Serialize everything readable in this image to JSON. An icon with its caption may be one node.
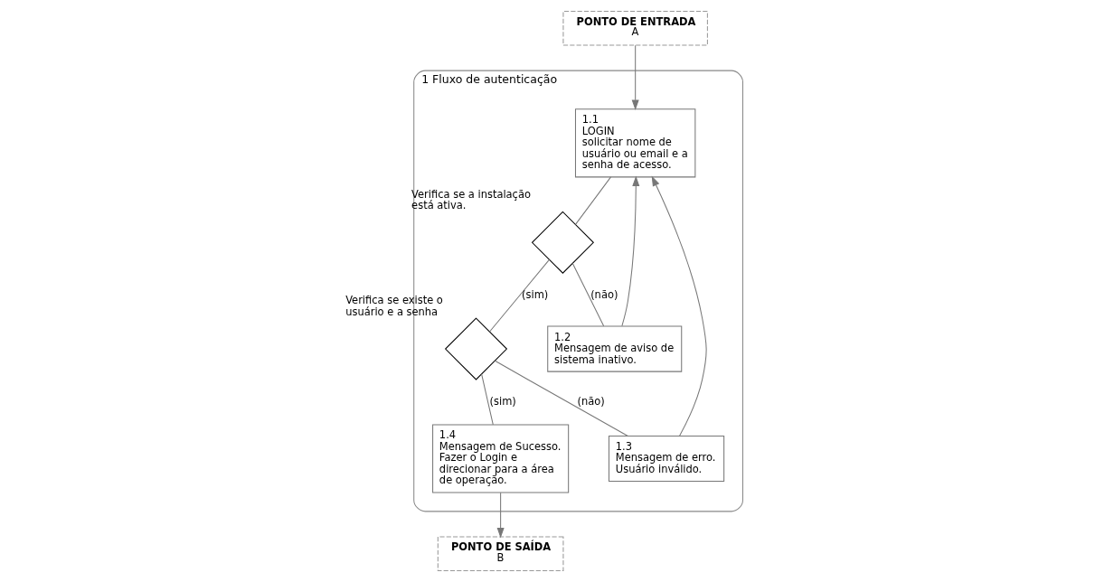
{
  "diagram": {
    "nodes": [
      {
        "text": [
          "1 Fluxo de autenticação"
        ]
      },
      {
        "text": [
          "PONTO DE ENTRADA",
          "A"
        ]
      },
      {
        "text": [
          "1.1",
          "LOGIN",
          "solicitar nome de usuário ou email e a senha de acesso."
        ],
        "in": 0
      },
      {
        "text": [],
        "shape": "diamond",
        "in": 0,
        "beside": [
          "Verifica se a instalação está ativa."
        ]
      },
      {
        "text": [
          "1.2",
          "Mensagem de aviso de sistema inativo."
        ],
        "in": 0
      },
      {
        "text": [],
        "shape": "diamond",
        "in": 0,
        "beside": [
          "Verifica se existe o usuário e a senha"
        ]
      },
      {
        "text": [
          "1.3",
          "Mensagem de erro. Usuário inválido."
        ],
        "in": 0
      },
      {
        "text": [
          "1.4",
          "Mensagem de Sucesso. Fazer o Login e direcionar para a área de operação."
        ],
        "in": 0
      },
      {
        "text": [
          "PONTO DE SAÍDA",
          "B"
        ]
      }
    ],
    "edges": [
      {
        "from": 1,
        "to": 2,
        "arrow": "to"
      },
      {
        "from": 2,
        "to": 3,
        "arrow": "none"
      },
      {
        "from": 3,
        "to": 5,
        "arrow": "none",
        "label": "(sim)"
      },
      {
        "from": 3,
        "to": 4,
        "arrow": "none",
        "label": "(não)"
      },
      {
        "from": 4,
        "to": 2,
        "arrow": "to"
      },
      {
        "from": 5,
        "to": 6,
        "arrow": "none",
        "label": "(não)"
      },
      {
        "from": 5,
        "to": 7,
        "arrow": "none",
        "label": "(sim)"
      },
      {
        "from": 6,
        "to": 2,
        "arrow": "to"
      },
      {
        "from": 7,
        "to": 8,
        "arrow": "to"
      }
    ]
  }
}
